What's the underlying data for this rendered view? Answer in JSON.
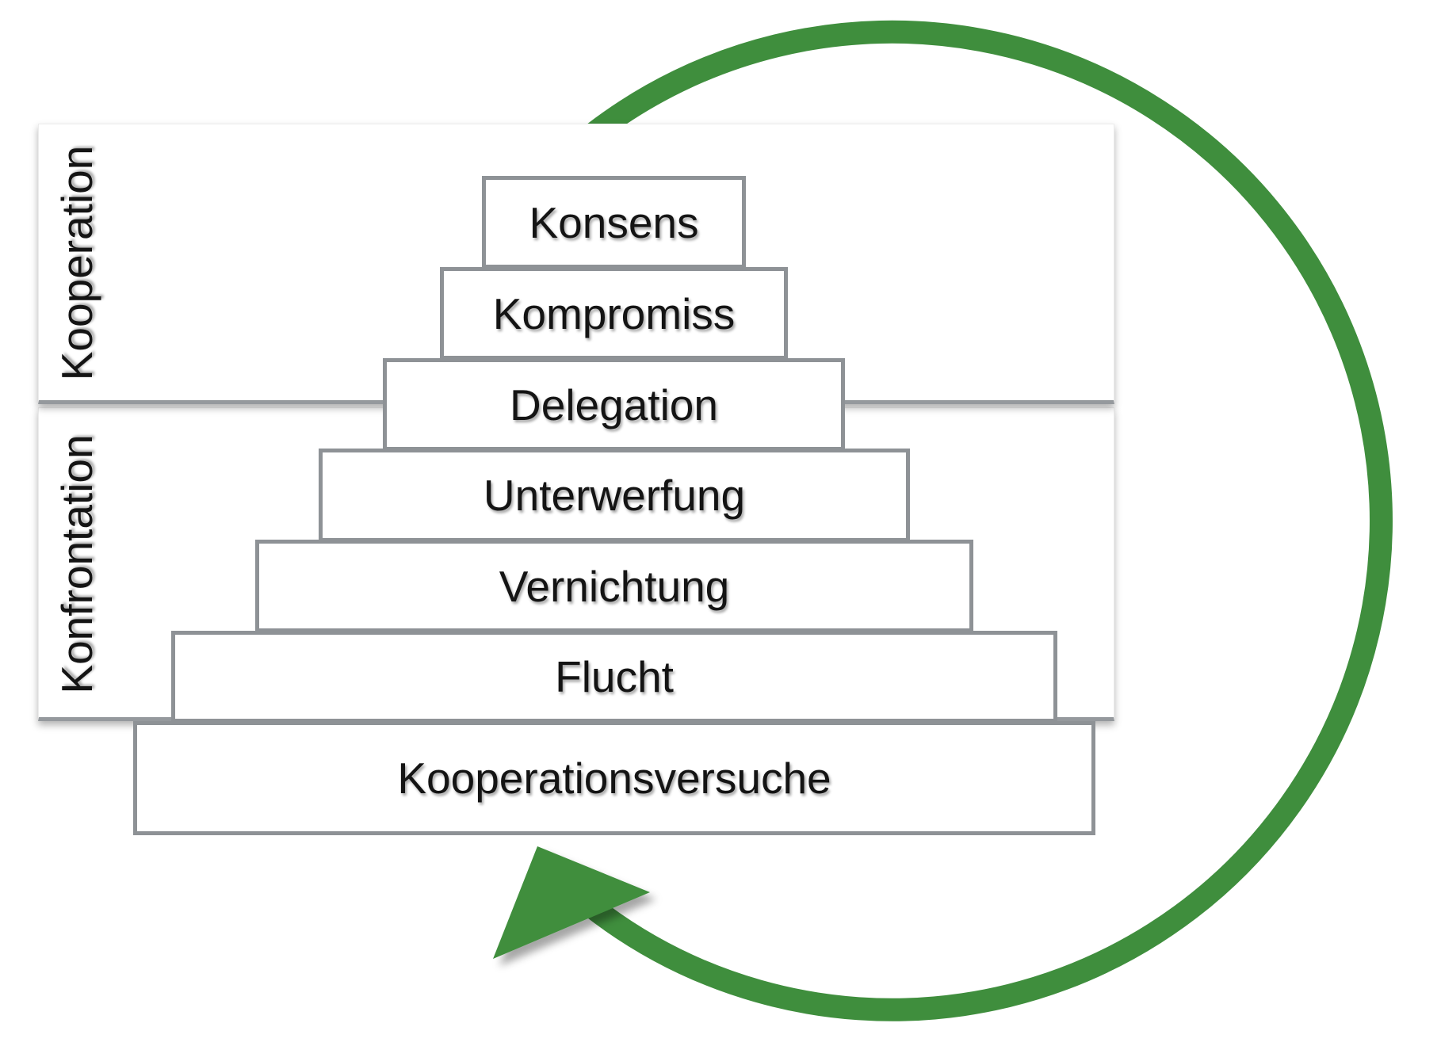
{
  "colors": {
    "arrow_green": "#3f8e3d",
    "box_border": "#8e9296",
    "panel_border": "#95999d",
    "text_color": "#141414"
  },
  "bands": [
    {
      "label": "Kooperation"
    },
    {
      "label": "Konfrontation"
    }
  ],
  "pyramid": {
    "levels": [
      {
        "label": "Konsens"
      },
      {
        "label": "Kompromiss"
      },
      {
        "label": "Delegation"
      },
      {
        "label": "Unterwerfung"
      },
      {
        "label": "Vernichtung"
      },
      {
        "label": "Flucht"
      },
      {
        "label": "Kooperationsversuche"
      }
    ]
  },
  "arrow": {
    "shape": "circle",
    "direction": "clockwise",
    "color": "#3f8e3d"
  }
}
